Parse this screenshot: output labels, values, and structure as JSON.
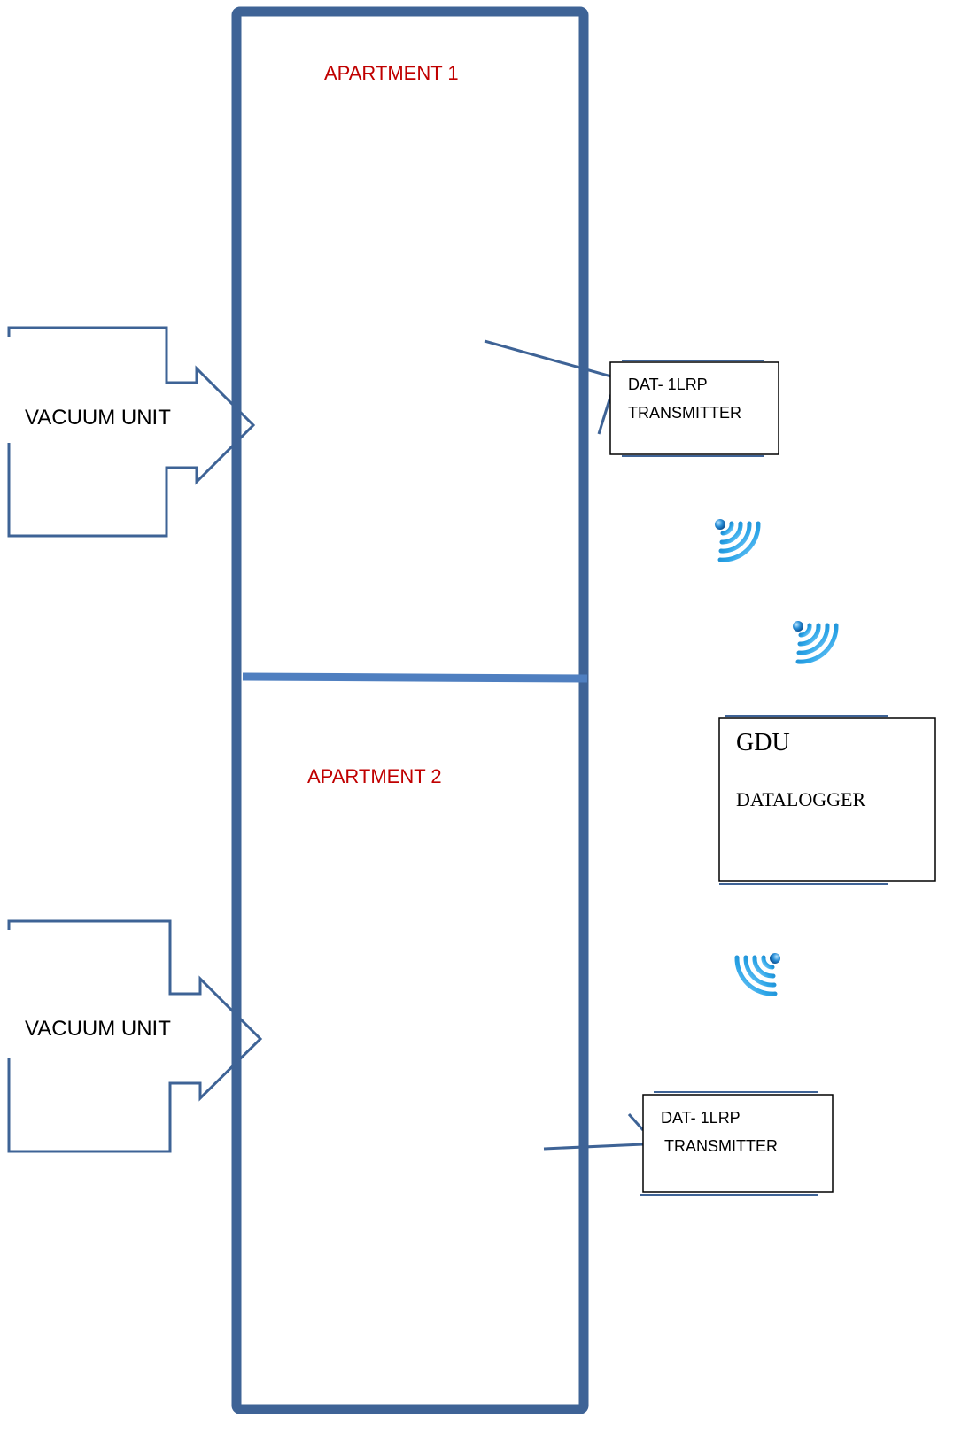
{
  "colors": {
    "structure": "#3e6396",
    "divider": "#4f7fc0",
    "apartment_label": "#c00000",
    "box_border": "#000000",
    "wireless_blue": "#1e8fd6"
  },
  "apartments": [
    {
      "label": "APARTMENT 1"
    },
    {
      "label": "APARTMENT 2"
    }
  ],
  "vacuum_units": [
    {
      "label": "VACUUM UNIT"
    },
    {
      "label": "VACUUM UNIT"
    }
  ],
  "transmitters": [
    {
      "line1": "DAT- 1LRP",
      "line2": "TRANSMITTER"
    },
    {
      "line1": "DAT- 1LRP",
      "line2": "TRANSMITTER"
    }
  ],
  "datalogger": {
    "line1": "GDU",
    "line2": "DATALOGGER"
  },
  "icons": [
    "wireless-signal-icon",
    "wireless-signal-icon",
    "wireless-signal-icon"
  ]
}
